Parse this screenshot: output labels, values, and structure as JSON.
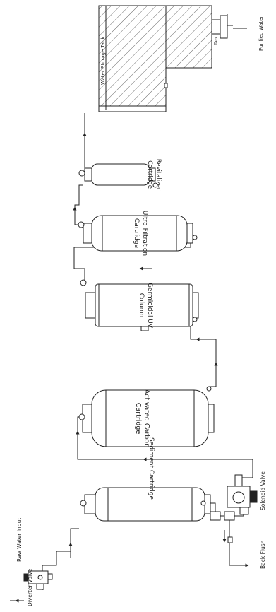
{
  "labels": {
    "raw_water_input": "Raw Water Input",
    "diverter_valve": "Diverter Valve",
    "sediment_line1": "Sediment Cartridge",
    "back_flush": "Back Flush",
    "solenoid_valve": "Solenoid Valve",
    "carbon_line1": "Activated Carbon",
    "carbon_line2": "Cartridge",
    "uv_line1": "Germicidal UV",
    "uv_line2": "Column",
    "uf_line1": "Ultra Filtration",
    "uf_line2": "Cartridge",
    "revitalizer_line1": "Revitalizer",
    "revitalizer_line2": "Cartridge",
    "storage_tank": "Water Storage Tank",
    "tap": "Tap",
    "purified_water": "Purified Water"
  },
  "colors": {
    "line": "#222222",
    "hatch": "#444444",
    "fill": "#ffffff"
  }
}
